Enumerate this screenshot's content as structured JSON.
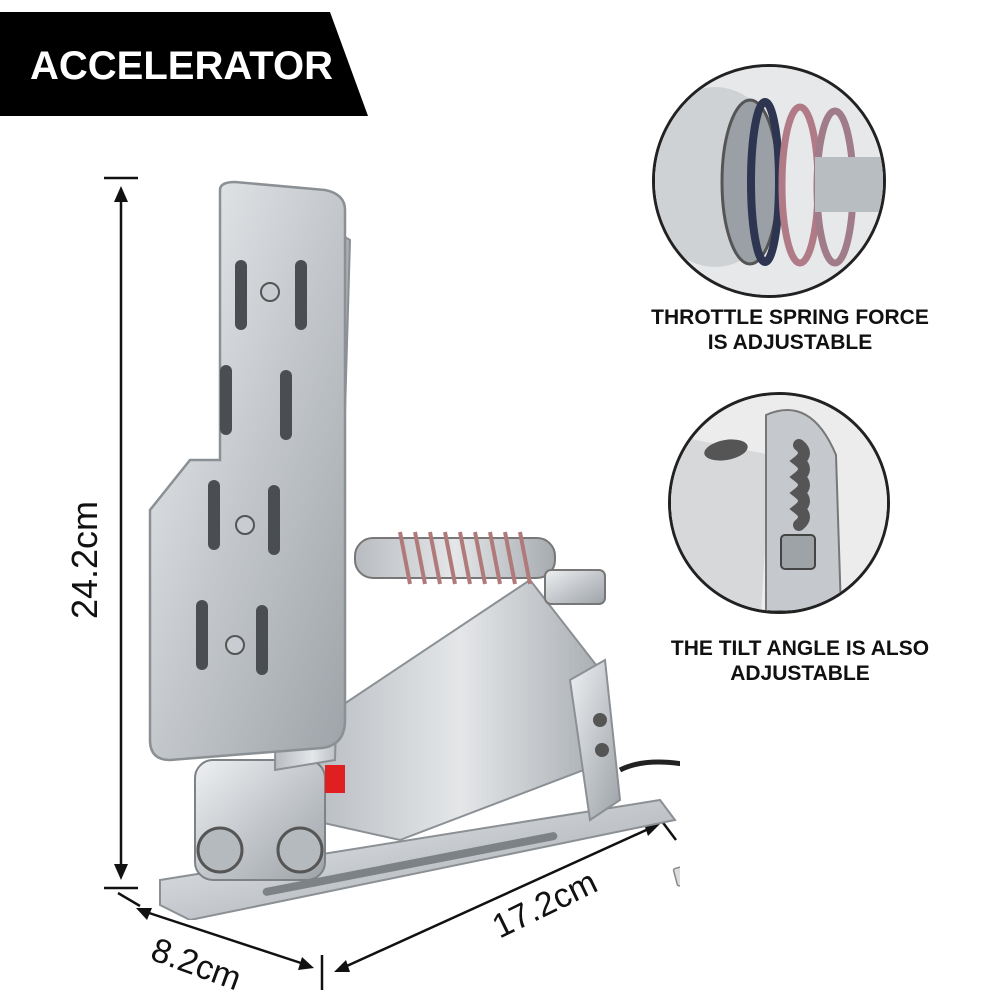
{
  "banner": {
    "title": "ACCELERATOR"
  },
  "dimensions": {
    "height": "24.2cm",
    "depth": "8.2cm",
    "width": "17.2cm"
  },
  "features": [
    {
      "line1": "THROTTLE SPRING FORCE",
      "line2": "IS ADJUSTABLE"
    },
    {
      "line1": "THE TILT ANGLE IS ALSO",
      "line2": "ADJUSTABLE"
    }
  ],
  "colors": {
    "banner_bg": "#000000",
    "banner_text": "#ffffff",
    "steel": "#c9ccd0",
    "accent_red": "#e02020"
  },
  "icons": [
    "spring-closeup-image",
    "tilt-bracket-closeup-image",
    "pedal-product-image"
  ]
}
